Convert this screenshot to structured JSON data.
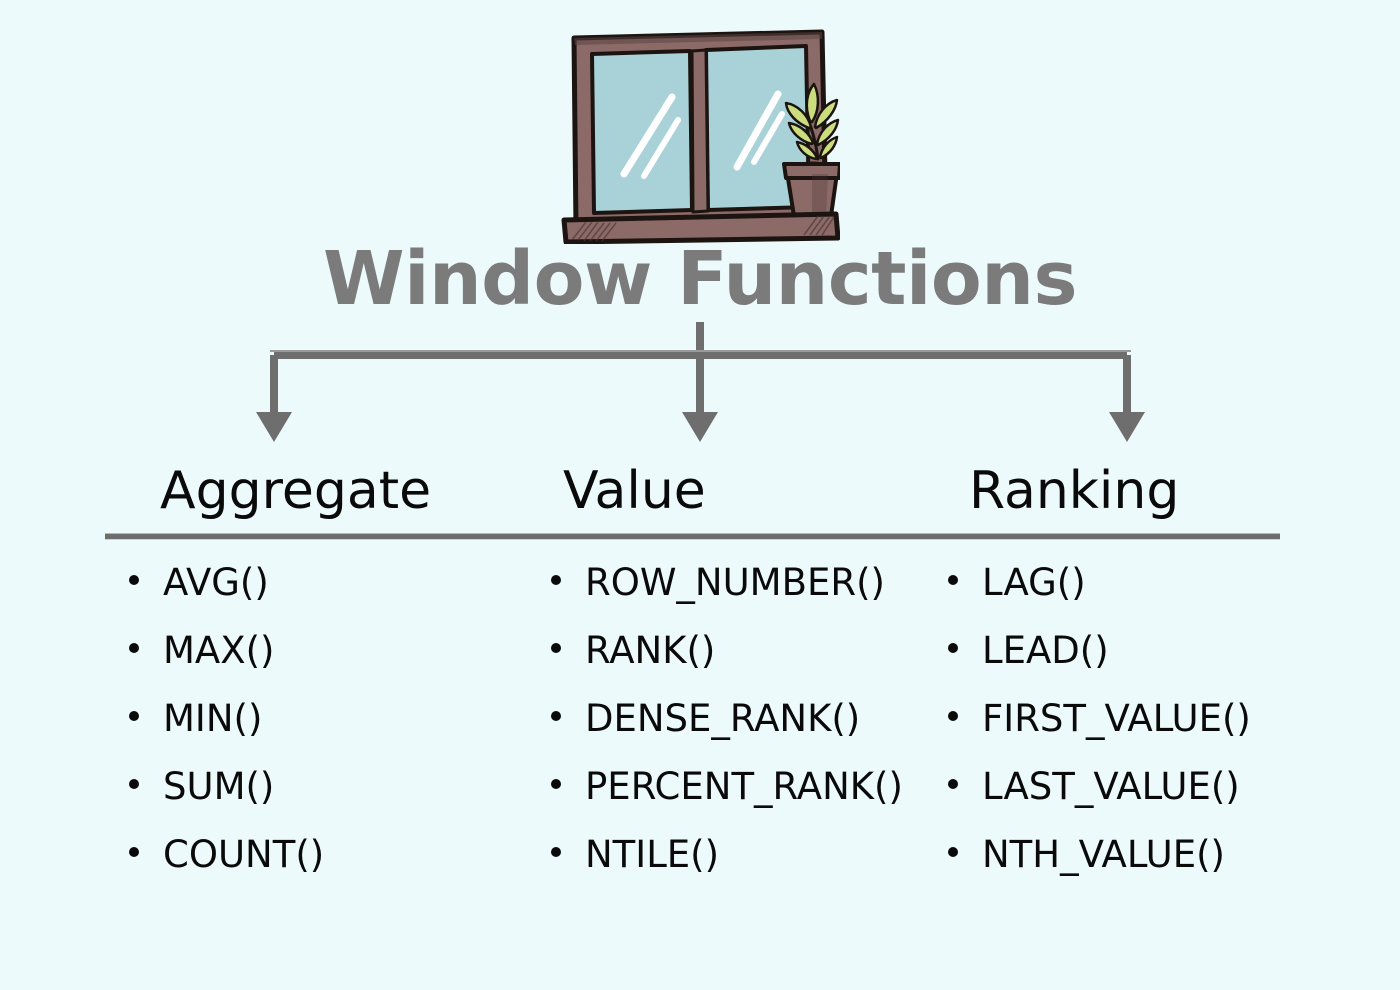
{
  "page": {
    "title": "Window Functions",
    "background_color": "#edfafb",
    "title_color": "#7b7b7b",
    "connector_color": "#6e6e6e",
    "divider_color": "#6e6e6e",
    "text_color": "#0a0a0a"
  },
  "illustration": {
    "name": "window-with-plant",
    "frame_color": "#8b6a68",
    "frame_outline_color": "#1c1410",
    "glass_color": "#a9d2d8",
    "highlight_color": "#ffffff",
    "pot_color": "#8b6a68",
    "soil_color": "#1c1410",
    "leaf_color": "#ccdd7e",
    "leaf_outline_color": "#1c1410"
  },
  "columns": [
    {
      "header": "Aggregate",
      "items": [
        "AVG()",
        "MAX()",
        "MIN()",
        "SUM()",
        "COUNT()"
      ]
    },
    {
      "header": "Value",
      "items": [
        "ROW_NUMBER()",
        "RANK()",
        "DENSE_RANK()",
        "PERCENT_RANK()",
        "NTILE()"
      ]
    },
    {
      "header": "Ranking",
      "items": [
        "LAG()",
        "LEAD()",
        "FIRST_VALUE()",
        "LAST_VALUE()",
        "NTH_VALUE()"
      ]
    }
  ]
}
